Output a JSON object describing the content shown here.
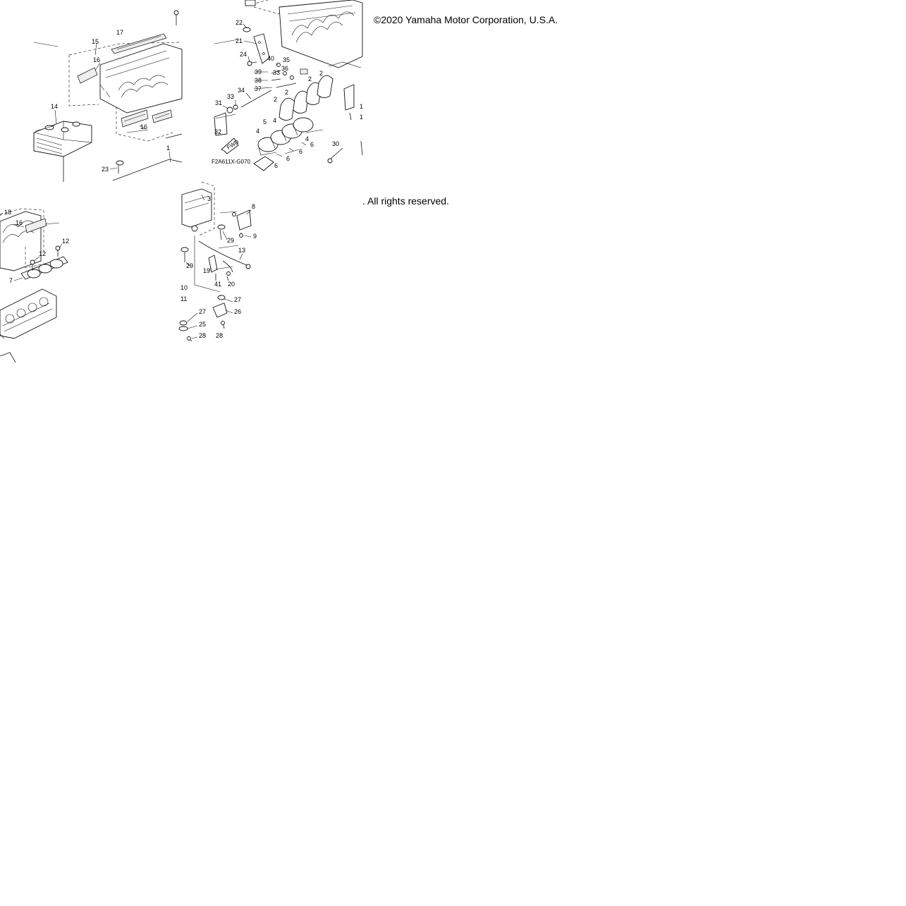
{
  "copyright": {
    "line1": "©2020 Yamaha Motor Corporation, U.S.A.",
    "line2": ". All rights reserved."
  },
  "diagram": {
    "figure_code": "F2A611X-G070",
    "fwd_label": "FWD",
    "callouts": [
      "1",
      "2",
      "3",
      "4",
      "5",
      "6",
      "7",
      "8",
      "9",
      "10",
      "11",
      "12",
      "13",
      "14",
      "15",
      "16",
      "17",
      "18",
      "19",
      "20",
      "21",
      "22",
      "23",
      "24",
      "25",
      "26",
      "27",
      "28",
      "29",
      "30",
      "31",
      "32",
      "33",
      "34",
      "35",
      "36",
      "37",
      "38",
      "39",
      "40",
      "41"
    ]
  }
}
